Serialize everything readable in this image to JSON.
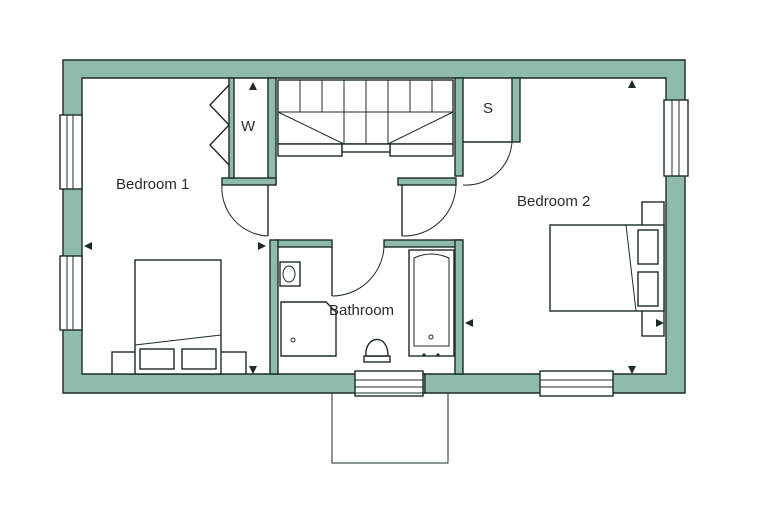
{
  "floor_plan": {
    "rooms": {
      "bedroom1": "Bedroom 1",
      "bedroom2": "Bedroom 2",
      "bathroom": "Bathroom",
      "wardrobe": "W",
      "storage": "S"
    },
    "colors": {
      "wall": "#8fbcaa",
      "line": "#1d2b27",
      "floor": "#ffffff"
    }
  }
}
